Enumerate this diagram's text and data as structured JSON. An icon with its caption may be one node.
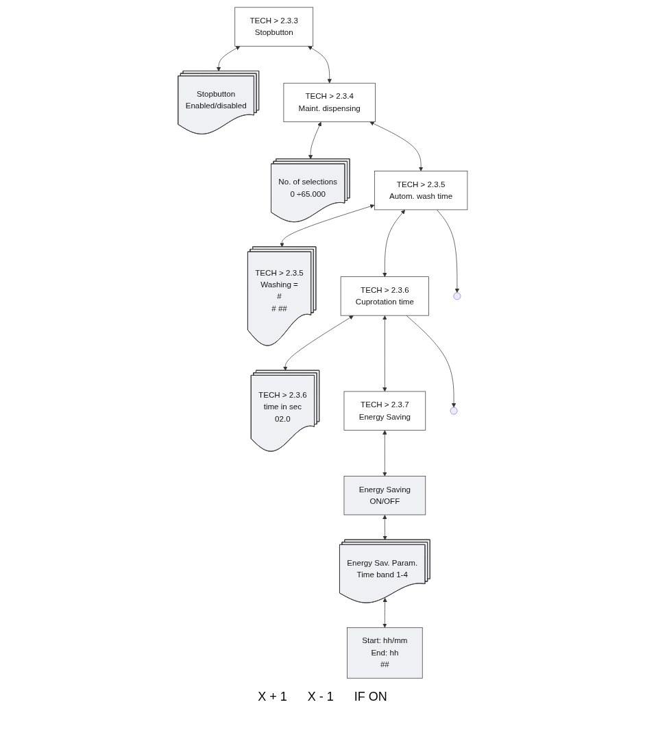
{
  "diagram": {
    "nodes": [
      {
        "text": [
          "TECH > 2.3.3",
          "Stopbutton"
        ]
      },
      {
        "text": [
          "Stopbutton",
          "Enabled/disabled"
        ]
      },
      {
        "text": [
          "TECH > 2.3.4",
          "Maint. dispensing"
        ]
      },
      {
        "text": [
          "No. of selections",
          "0 ÷65.000"
        ]
      },
      {
        "text": [
          "TECH > 2.3.5",
          "Autom. wash time"
        ]
      },
      {
        "text": [
          "TECH > 2.3.5",
          "Washing =",
          "#",
          "# ##"
        ]
      },
      {
        "text": [
          "TECH > 2.3.6",
          "Cuprotation time"
        ]
      },
      {
        "text": [
          "TECH > 2.3.6",
          "time in sec",
          "02.0"
        ]
      },
      {
        "text": [
          "TECH > 2.3.7",
          "Energy Saving"
        ]
      },
      {
        "text": [
          "Energy Saving",
          "ON/OFF"
        ]
      },
      {
        "text": [
          "Energy Sav. Param.",
          "Time band 1-4"
        ]
      },
      {
        "text": [
          "Start: hh/mm",
          "End: hh",
          "##"
        ]
      }
    ],
    "edges": [
      {
        "from": 0,
        "to": 1,
        "arrow": "both"
      },
      {
        "from": 0,
        "to": 2,
        "arrow": "both"
      },
      {
        "from": 2,
        "to": 3,
        "arrow": "both"
      },
      {
        "from": 2,
        "to": 4,
        "arrow": "both"
      },
      {
        "from": 4,
        "to": 5,
        "arrow": "both"
      },
      {
        "from": 4,
        "to": null,
        "arrow": "to"
      },
      {
        "from": 4,
        "to": 6,
        "arrow": "both"
      },
      {
        "from": 6,
        "to": 7,
        "arrow": "both"
      },
      {
        "from": 6,
        "to": null,
        "arrow": "to"
      },
      {
        "from": 6,
        "to": 8,
        "arrow": "both"
      },
      {
        "from": 8,
        "to": 9,
        "arrow": "both"
      },
      {
        "from": 9,
        "to": 10,
        "arrow": "both"
      },
      {
        "from": 10,
        "to": 11,
        "arrow": "both"
      }
    ],
    "labels": [
      "X + 1",
      "X - 1",
      "IF ON"
    ]
  }
}
